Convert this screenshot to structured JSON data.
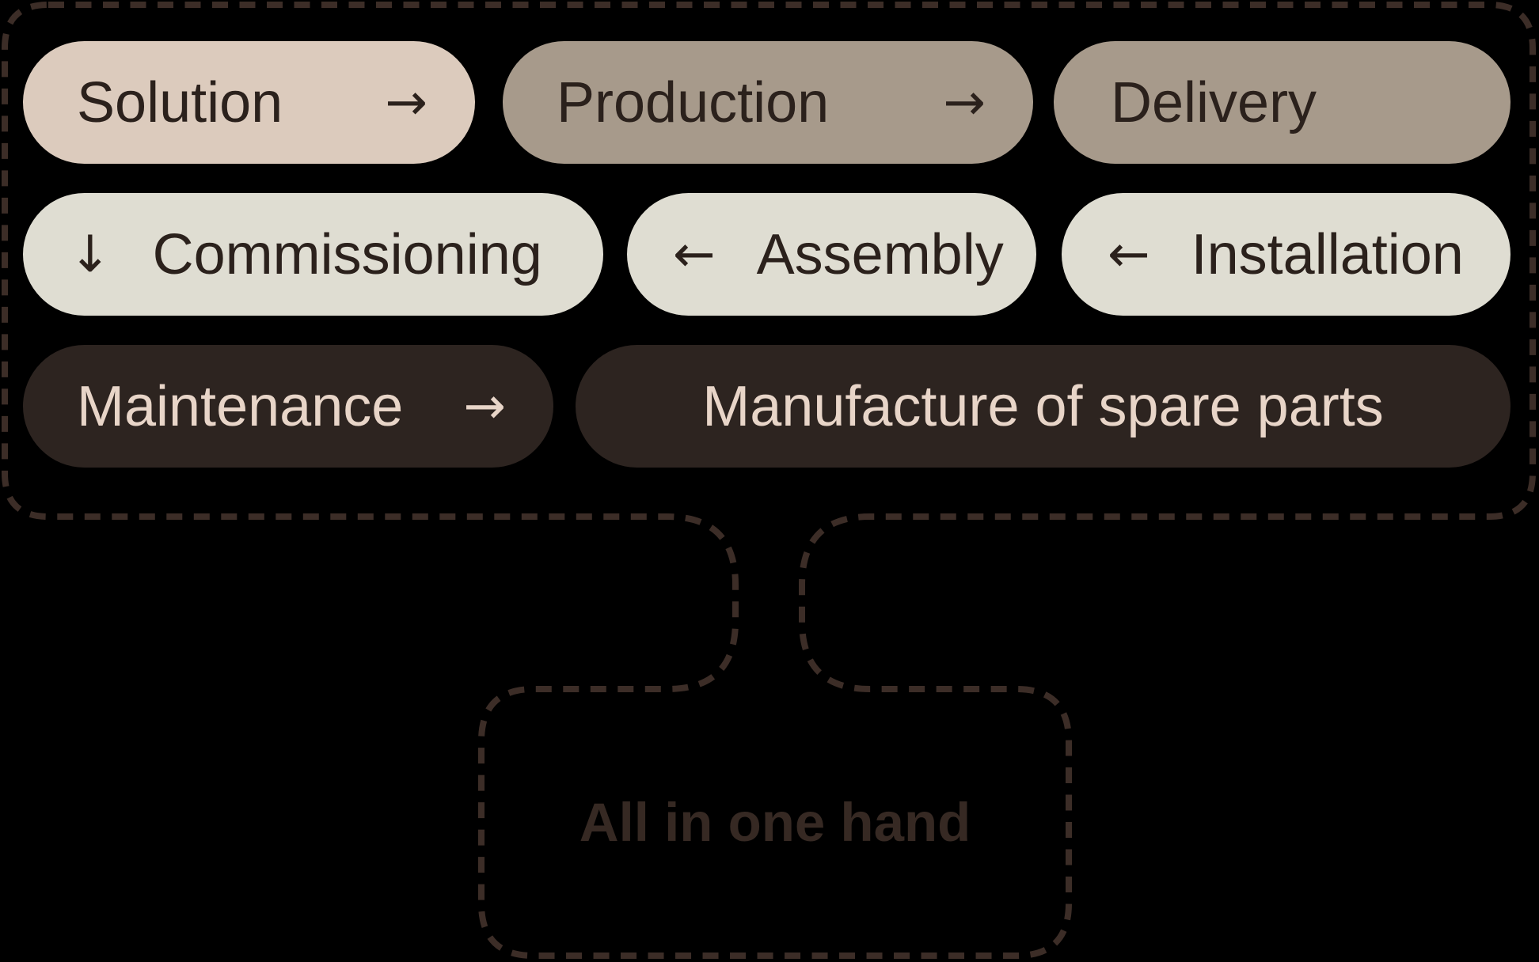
{
  "colors": {
    "background": "#000000",
    "dash": "#3c2d27",
    "pill_blush": "#dccbbd",
    "pill_taupe": "#a79a8b",
    "pill_light": "#dfddd2",
    "pill_dark": "#2d2420",
    "text_dark": "#2b211c",
    "text_light": "#e8d5c8",
    "funnel_text": "#362923"
  },
  "flow": {
    "row1": [
      {
        "label": "Solution",
        "arrow": "→"
      },
      {
        "label": "Production",
        "arrow": "→"
      },
      {
        "label": "Delivery"
      }
    ],
    "row2": [
      {
        "arrow": "↓",
        "label": "Commissioning"
      },
      {
        "arrow": "←",
        "label": "Assembly"
      },
      {
        "arrow": "←",
        "label": "Installation"
      }
    ],
    "row3": [
      {
        "label": "Maintenance",
        "arrow": "→"
      },
      {
        "label": "Manufacture of spare parts"
      }
    ]
  },
  "funnel": {
    "label": "All in one hand"
  }
}
